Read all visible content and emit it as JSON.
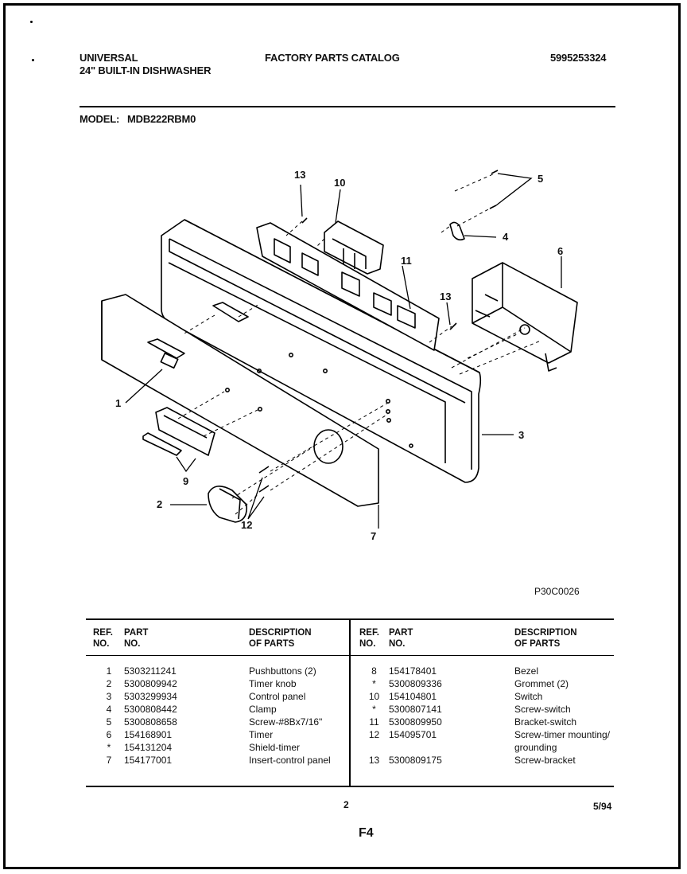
{
  "header": {
    "brand": "UNIVERSAL",
    "product": "24\" BUILT-IN DISHWASHER",
    "catalog_title": "FACTORY PARTS CATALOG",
    "catalog_number": "5995253324",
    "model_label": "MODEL:",
    "model_value": "MDB222RBM0"
  },
  "diagram": {
    "callouts": [
      "13",
      "10",
      "5",
      "4",
      "11",
      "6",
      "13",
      "3",
      "1",
      "9",
      "2",
      "12",
      "7"
    ],
    "drawing_code": "P30C0026"
  },
  "parts_table": {
    "headers": {
      "ref": [
        "REF.",
        "NO."
      ],
      "part": [
        "PART",
        "NO."
      ],
      "desc": [
        "DESCRIPTION",
        "OF PARTS"
      ]
    },
    "left": [
      {
        "ref": "1",
        "part": "5303211241",
        "desc": "Pushbuttons  (2)"
      },
      {
        "ref": "2",
        "part": "5300809942",
        "desc": "Timer knob"
      },
      {
        "ref": "3",
        "part": "5303299934",
        "desc": "Control panel"
      },
      {
        "ref": "4",
        "part": "5300808442",
        "desc": "Clamp"
      },
      {
        "ref": "5",
        "part": "5300808658",
        "desc": "Screw-#8Bx7/16\""
      },
      {
        "ref": "6",
        "part": "154168901",
        "desc": "Timer"
      },
      {
        "ref": "*",
        "part": "154131204",
        "desc": "Shield-timer"
      },
      {
        "ref": "7",
        "part": "154177001",
        "desc": "Insert-control panel"
      }
    ],
    "right": [
      {
        "ref": "8",
        "part": "154178401",
        "desc": "Bezel"
      },
      {
        "ref": "*",
        "part": "5300809336",
        "desc": "Grommet (2)"
      },
      {
        "ref": "10",
        "part": "154104801",
        "desc": "Switch"
      },
      {
        "ref": "*",
        "part": "5300807141",
        "desc": "Screw-switch"
      },
      {
        "ref": "11",
        "part": "5300809950",
        "desc": "Bracket-switch"
      },
      {
        "ref": "12",
        "part": "154095701",
        "desc": "Screw-timer mounting/"
      },
      {
        "ref": "",
        "part": "",
        "desc": "grounding"
      },
      {
        "ref": "13",
        "part": "5300809175",
        "desc": "Screw-bracket"
      }
    ]
  },
  "footer": {
    "page_number": "2",
    "date": "5/94",
    "section": "F4"
  }
}
